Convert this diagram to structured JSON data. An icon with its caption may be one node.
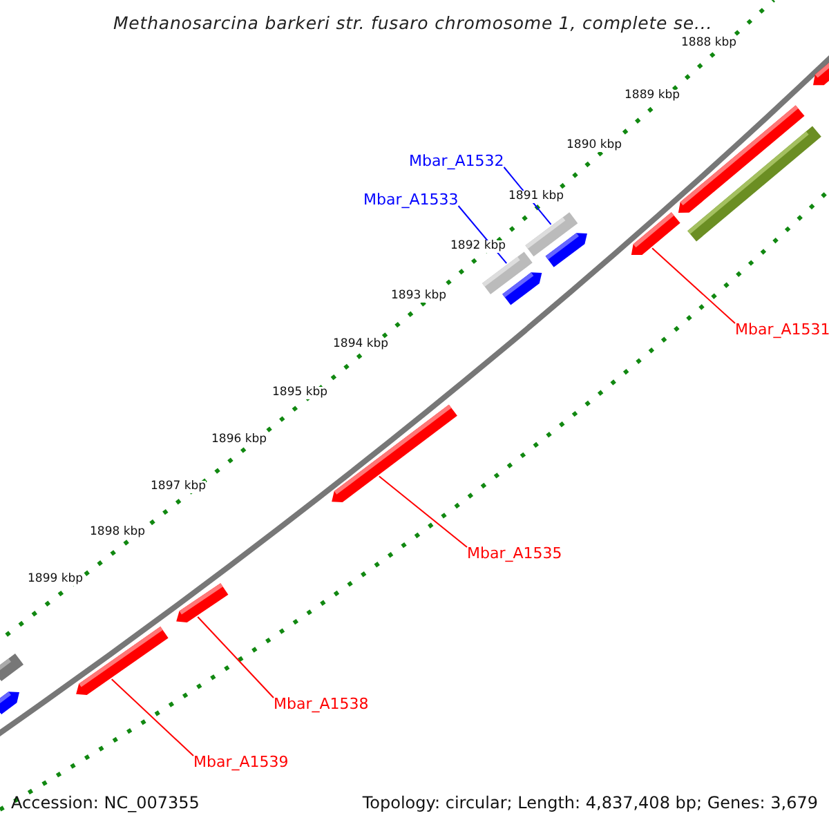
{
  "diagram": {
    "title": "Methanosarcina barkeri str. fusaro chromosome 1, complete se...",
    "nodes": [
      {
        "text": [
          "Mbar_A1532"
        ]
      },
      {
        "text": [
          "Mbar_A1533"
        ]
      },
      {
        "text": [
          "Mbar_A1531"
        ]
      },
      {
        "text": [
          "Mbar_A1535"
        ]
      },
      {
        "text": [
          "Mbar_A1538"
        ]
      },
      {
        "text": [
          "Mbar_A1539"
        ]
      },
      {
        "text": [],
        "shape": "bar"
      },
      {
        "text": [],
        "shape": "bar"
      },
      {
        "text": [],
        "shape": "bar"
      },
      {
        "text": [],
        "shape": "bar"
      },
      {
        "text": [],
        "shape": "bar"
      },
      {
        "text": [],
        "shape": "bar"
      },
      {
        "text": [],
        "shape": "bar"
      },
      {
        "text": [],
        "shape": "bar"
      },
      {
        "text": [],
        "shape": "bar"
      },
      {
        "text": [],
        "shape": "bar"
      },
      {
        "text": [],
        "shape": "bar"
      }
    ],
    "edges": [
      {
        "from": 0,
        "to": 12,
        "arrow": "none",
        "color": "#0000ff"
      },
      {
        "from": 1,
        "to": 11,
        "arrow": "none",
        "color": "#0000ff"
      },
      {
        "from": 2,
        "to": 13,
        "arrow": "none"
      },
      {
        "from": 3,
        "to": 10,
        "arrow": "none"
      },
      {
        "from": 4,
        "to": 9,
        "arrow": "none"
      },
      {
        "from": 5,
        "to": 8,
        "arrow": "none"
      }
    ],
    "labels": [
      "1888 kbp",
      "1889 kbp",
      "1890 kbp",
      "1891 kbp",
      "1892 kbp",
      "1893 kbp",
      "1894 kbp",
      "1895 kbp",
      "1896 kbp",
      "1897 kbp",
      "1898 kbp",
      "1899 kbp",
      "Accession: NC_007355",
      "Topology: circular; Length: 4,837,408 bp; Genes: 3,679"
    ]
  }
}
